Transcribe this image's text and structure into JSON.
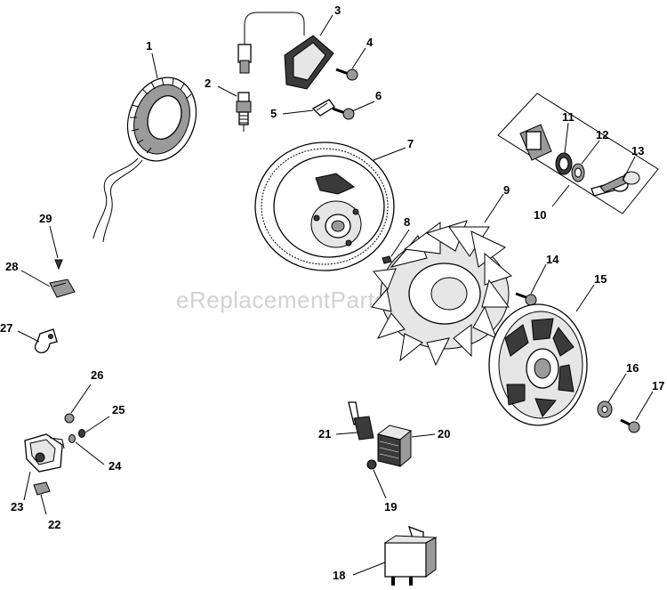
{
  "watermark": "eReplacementParts.com",
  "callouts": [
    {
      "id": "c1",
      "label": "1"
    },
    {
      "id": "c2",
      "label": "2"
    },
    {
      "id": "c3",
      "label": "3"
    },
    {
      "id": "c4",
      "label": "4"
    },
    {
      "id": "c5",
      "label": "5"
    },
    {
      "id": "c6",
      "label": "6"
    },
    {
      "id": "c7",
      "label": "7"
    },
    {
      "id": "c8",
      "label": "8"
    },
    {
      "id": "c9",
      "label": "9"
    },
    {
      "id": "c10",
      "label": "10"
    },
    {
      "id": "c11",
      "label": "11"
    },
    {
      "id": "c12",
      "label": "12"
    },
    {
      "id": "c13",
      "label": "13"
    },
    {
      "id": "c14",
      "label": "14"
    },
    {
      "id": "c15",
      "label": "15"
    },
    {
      "id": "c16",
      "label": "16"
    },
    {
      "id": "c17",
      "label": "17"
    },
    {
      "id": "c18",
      "label": "18"
    },
    {
      "id": "c19",
      "label": "19"
    },
    {
      "id": "c20",
      "label": "20"
    },
    {
      "id": "c21",
      "label": "21"
    },
    {
      "id": "c22",
      "label": "22"
    },
    {
      "id": "c23",
      "label": "23"
    },
    {
      "id": "c24",
      "label": "24"
    },
    {
      "id": "c25",
      "label": "25"
    },
    {
      "id": "c26",
      "label": "26"
    },
    {
      "id": "c27",
      "label": "27"
    },
    {
      "id": "c28",
      "label": "28"
    },
    {
      "id": "c29",
      "label": "29"
    }
  ]
}
